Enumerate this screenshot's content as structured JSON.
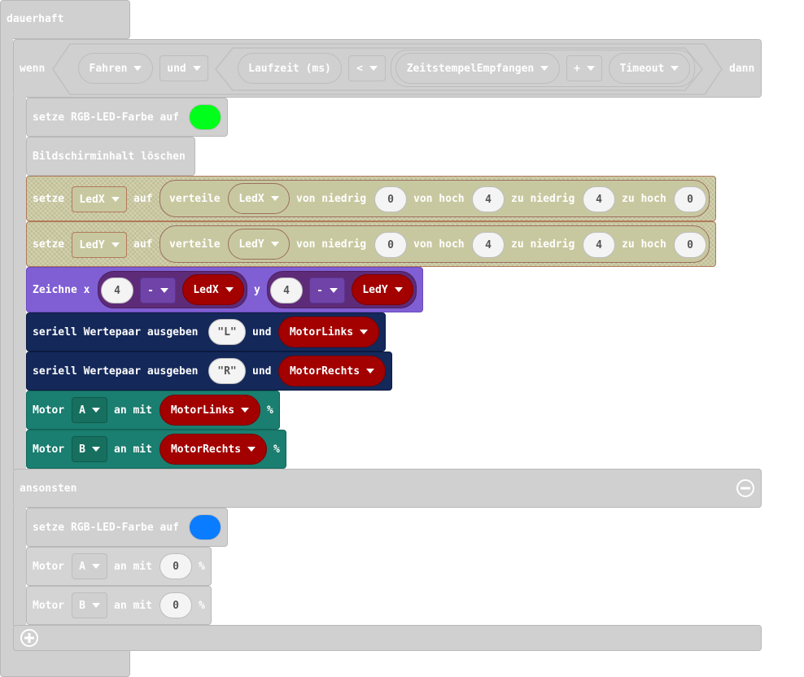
{
  "forever": {
    "label": "dauerhaft"
  },
  "if": {
    "wenn": "wenn",
    "dann": "dann",
    "cond_left": "Fahren",
    "and_op": "und",
    "timer": "Laufzeit (ms)",
    "cmp_op": "<",
    "timestamp": "ZeitstempelEmpfangen",
    "plus_op": "+",
    "timeout": "Timeout"
  },
  "then": {
    "set_rgb": {
      "label": "setze RGB-LED-Farbe auf",
      "color": "#00ff1a"
    },
    "clear": {
      "label": "Bildschirminhalt löschen"
    },
    "map_x": {
      "setze": "setze",
      "var": "LedX",
      "auf": "auf",
      "verteile": "verteile",
      "src": "LedX",
      "von_niedrig": "von niedrig",
      "v1": "0",
      "von_hoch": "von hoch",
      "v2": "4",
      "zu_niedrig": "zu niedrig",
      "v3": "4",
      "zu_hoch": "zu hoch",
      "v4": "0"
    },
    "map_y": {
      "setze": "setze",
      "var": "LedY",
      "auf": "auf",
      "verteile": "verteile",
      "src": "LedY",
      "von_niedrig": "von niedrig",
      "v1": "0",
      "von_hoch": "von hoch",
      "v2": "4",
      "zu_niedrig": "zu niedrig",
      "v3": "4",
      "zu_hoch": "zu hoch",
      "v4": "0"
    },
    "plot": {
      "label": "Zeichne x",
      "x_num": "4",
      "x_op": "-",
      "x_var": "LedX",
      "y_label": "y",
      "y_num": "4",
      "y_op": "-",
      "y_var": "LedY"
    },
    "serial_l": {
      "label": "seriell Wertepaar ausgeben",
      "name": "\"L\"",
      "und": "und",
      "value": "MotorLinks"
    },
    "serial_r": {
      "label": "seriell Wertepaar ausgeben",
      "name": "\"R\"",
      "und": "und",
      "value": "MotorRechts"
    },
    "motor_a": {
      "label": "Motor",
      "motor": "A",
      "an_mit": "an mit",
      "value": "MotorLinks",
      "unit": "%"
    },
    "motor_b": {
      "label": "Motor",
      "motor": "B",
      "an_mit": "an mit",
      "value": "MotorRechts",
      "unit": "%"
    }
  },
  "else": {
    "label": "ansonsten",
    "set_rgb": {
      "label": "setze RGB-LED-Farbe auf",
      "color": "#0a7cff"
    },
    "motor_a": {
      "label": "Motor",
      "motor": "A",
      "an_mit": "an mit",
      "value": "0",
      "unit": "%"
    },
    "motor_b": {
      "label": "Motor",
      "motor": "B",
      "an_mit": "an mit",
      "value": "0",
      "unit": "%"
    }
  },
  "icons": {
    "remove_else": "minus-circle-icon",
    "add_branch": "plus-circle-icon",
    "dropdown": "caret-down-icon"
  }
}
